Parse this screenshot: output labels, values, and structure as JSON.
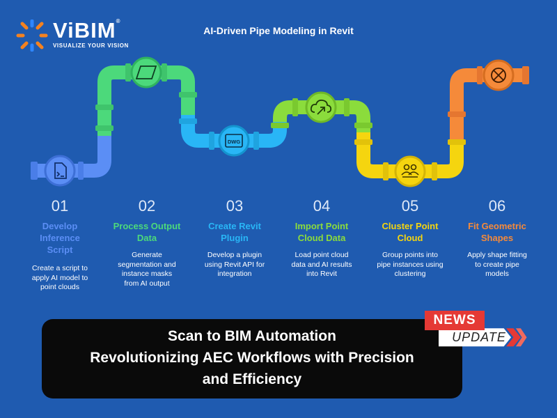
{
  "logo": {
    "name_part1": "Vi",
    "name_part2": "BIM",
    "tagline": "VISUALIZE YOUR VISION"
  },
  "diagram": {
    "title": "AI-Driven Pipe Modeling in Revit",
    "icon_label_dwg": "DWG",
    "steps": [
      {
        "number": "01",
        "title": "Develop Inference Script",
        "title_lines": [
          "Develop",
          "Inference",
          "Script"
        ],
        "description_lines": [
          "Create a script to",
          "apply AI model to",
          "point clouds"
        ],
        "color": "#5b8ef5",
        "icon": "code-file-icon"
      },
      {
        "number": "02",
        "title_lines": [
          "Process Output",
          "Data"
        ],
        "description_lines": [
          "Generate",
          "segmentation and",
          "instance masks",
          "from AI output"
        ],
        "color": "#4cd97b",
        "icon": "parallelogram-icon"
      },
      {
        "number": "03",
        "title_lines": [
          "Create Revit",
          "Plugin"
        ],
        "description_lines": [
          "Develop a plugin",
          "using Revit API for",
          "integration"
        ],
        "color": "#29b6f6",
        "icon": "dwg-file-icon"
      },
      {
        "number": "04",
        "title_lines": [
          "Import Point",
          "Cloud Data"
        ],
        "description_lines": [
          "Load point cloud",
          "data and AI results",
          "into Revit"
        ],
        "color": "#8bdc3c",
        "icon": "cloud-upload-icon"
      },
      {
        "number": "05",
        "title_lines": [
          "Cluster Point",
          "Cloud"
        ],
        "description_lines": [
          "Group points into",
          "pipe instances using",
          "clustering"
        ],
        "color": "#f5d50f",
        "icon": "group-icon"
      },
      {
        "number": "06",
        "title_lines": [
          "Fit Geometric",
          "Shapes"
        ],
        "description_lines": [
          "Apply shape fitting",
          "to create pipe",
          "models"
        ],
        "color": "#f58a3a",
        "icon": "x-circle-icon"
      }
    ]
  },
  "banner": {
    "line1": "Scan to BIM Automation",
    "line2": "Revolutionizing AEC Workflows with Precision",
    "line3": "and Efficiency"
  },
  "badges": {
    "news": "NEWS",
    "update": "UPDATE",
    "news_color": "#e53935"
  },
  "colors": {
    "background": "#1f5bb0",
    "accent_orange": "#f5821f"
  }
}
